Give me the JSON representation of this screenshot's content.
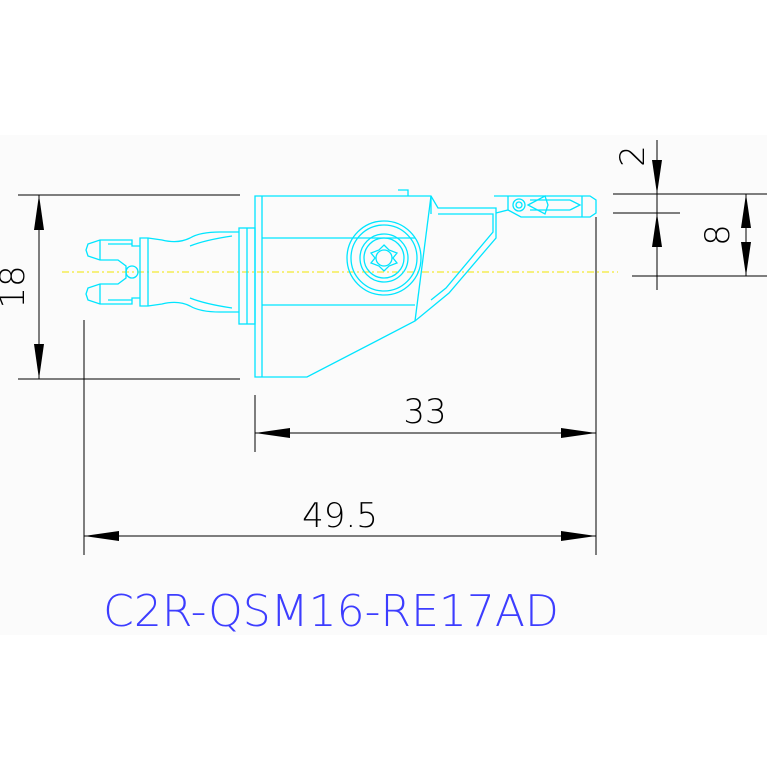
{
  "dimensions": {
    "height_total": "18",
    "length_head": "33",
    "length_total": "49.5",
    "tip_offset": "2",
    "centre_height": "8"
  },
  "part_number": "C2R-QSM16-RE17AD",
  "colors": {
    "part_outline": "#00e5ff",
    "dimension_line": "#000000",
    "center_line": "#f2e600",
    "title": "#3d3dff",
    "paper": "#fbfbfb"
  }
}
